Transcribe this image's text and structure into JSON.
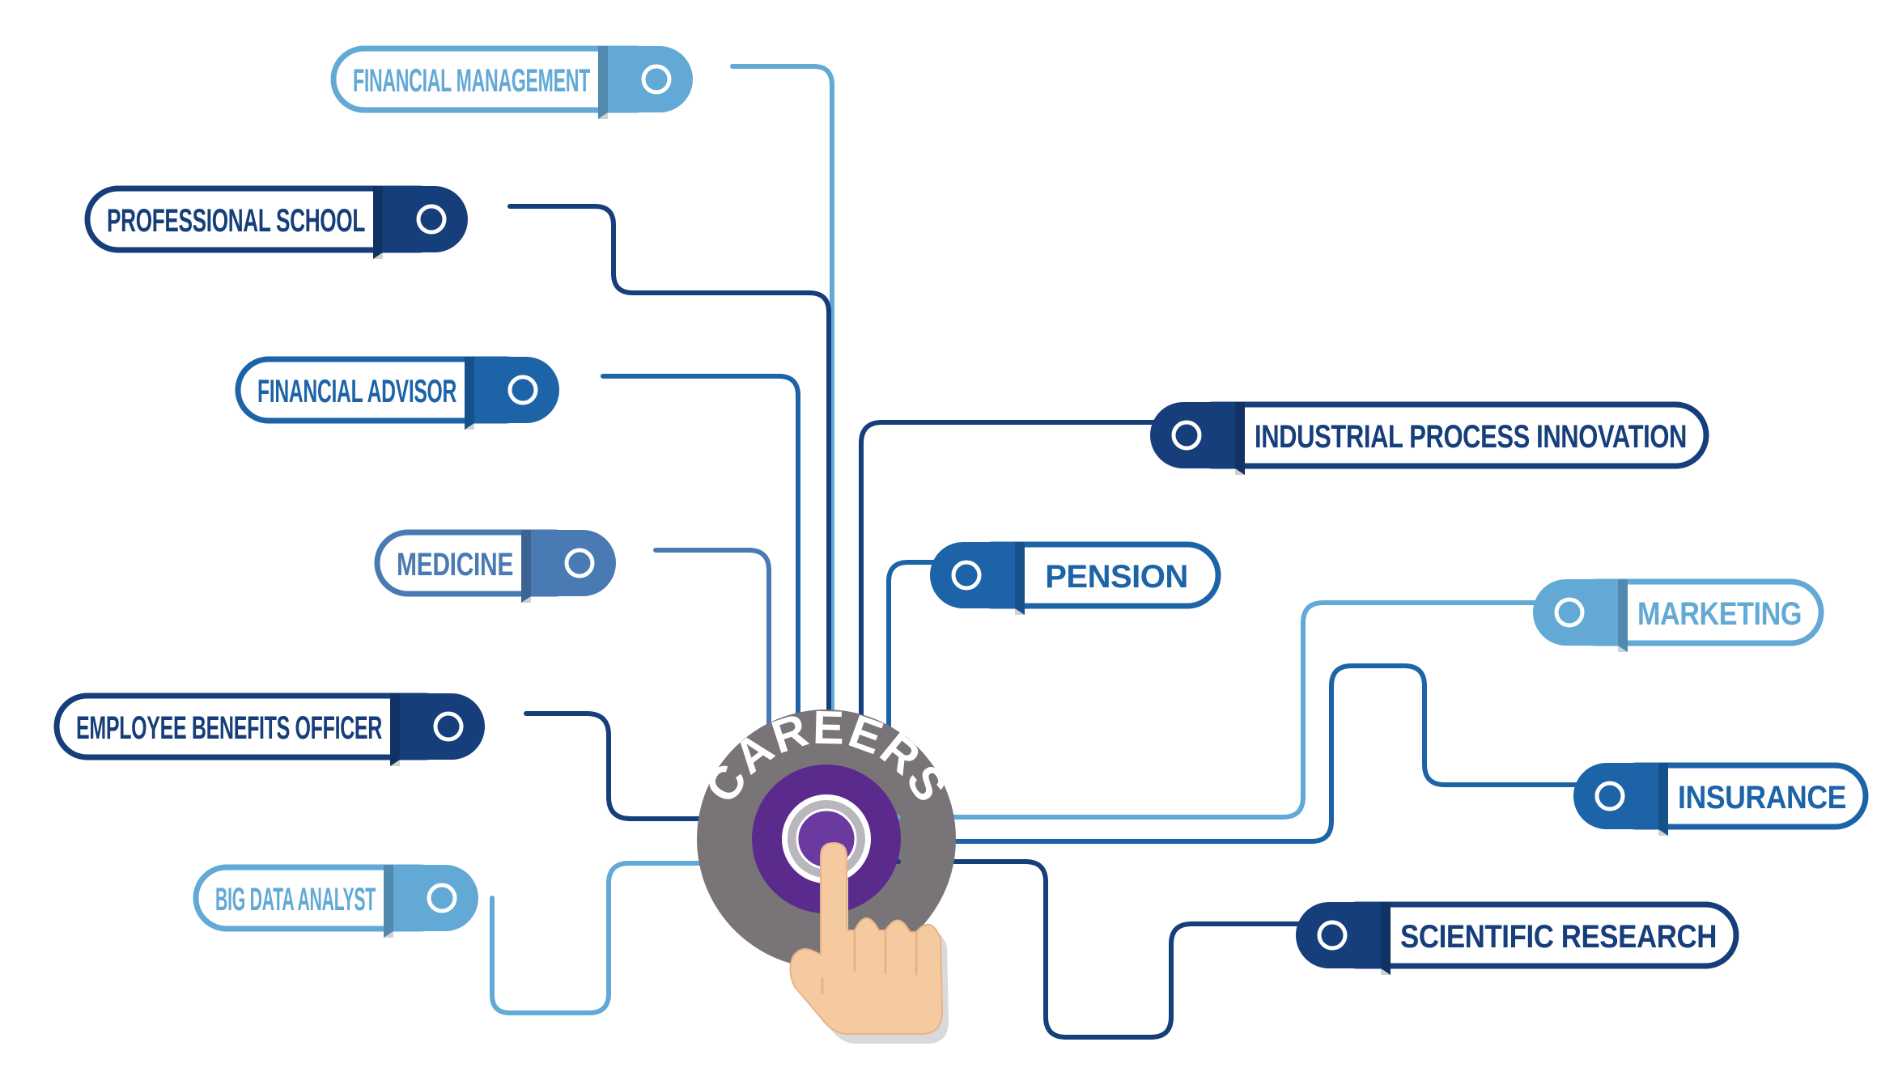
{
  "center": {
    "title": "CAREERS"
  },
  "colors": {
    "navy": "#153e7a",
    "blue": "#1d63a8",
    "steel": "#4a7ab3",
    "light": "#62a9d6",
    "center_gray": "#787478",
    "center_purple": "#5a2a8c",
    "hand_skin": "#f6caa0"
  },
  "careers": [
    {
      "label": "FINANCIAL MANAGEMENT",
      "color": "light",
      "icon": "circle-icon"
    },
    {
      "label": "PROFESSIONAL SCHOOL",
      "color": "navy",
      "icon": "circle-icon"
    },
    {
      "label": "FINANCIAL ADVISOR",
      "color": "blue",
      "icon": "circle-icon"
    },
    {
      "label": "MEDICINE",
      "color": "steel",
      "icon": "circle-icon"
    },
    {
      "label": "EMPLOYEE BENEFITS OFFICER",
      "color": "navy",
      "icon": "circle-icon"
    },
    {
      "label": "BIG DATA ANALYST",
      "color": "light",
      "icon": "circle-icon"
    },
    {
      "label": "INDUSTRIAL PROCESS INNOVATION",
      "color": "navy",
      "icon": "circle-icon"
    },
    {
      "label": "PENSION",
      "color": "blue",
      "icon": "circle-icon"
    },
    {
      "label": "MARKETING",
      "color": "light",
      "icon": "circle-icon"
    },
    {
      "label": "INSURANCE",
      "color": "blue",
      "icon": "circle-icon"
    },
    {
      "label": "SCIENTIFIC RESEARCH",
      "color": "navy",
      "icon": "circle-icon"
    }
  ]
}
